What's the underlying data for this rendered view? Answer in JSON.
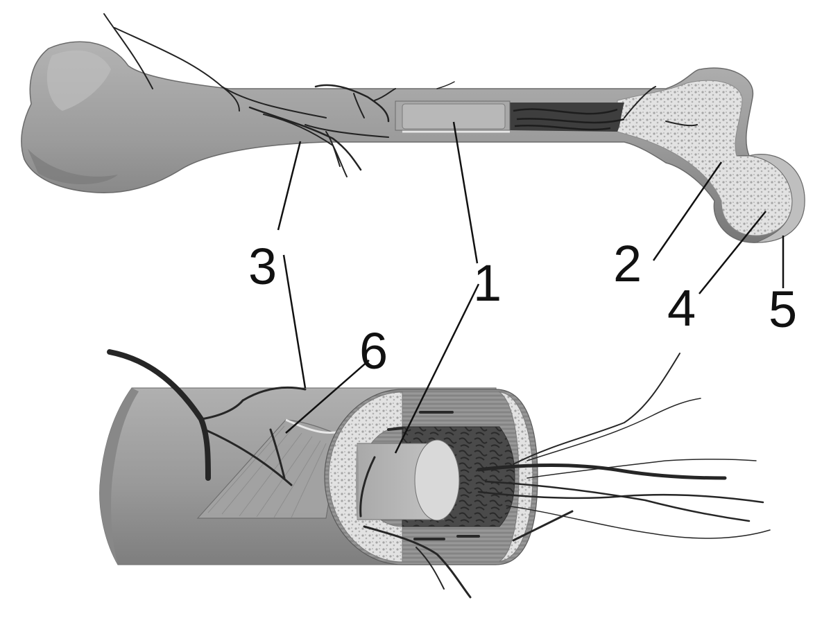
{
  "diagram": {
    "labels": {
      "one": "1",
      "two": "2",
      "three": "3",
      "four": "4",
      "five": "5",
      "six": "6"
    }
  },
  "colors": {
    "bone_surface": "#9a9a9a",
    "bone_shadow": "#6f6f6f",
    "spongy_bone": "#d6d6d6",
    "marrow_cavity": "#3a3a3a",
    "vessels": "#2b2b2b",
    "leader_lines": "#111111",
    "background": "#ffffff"
  }
}
